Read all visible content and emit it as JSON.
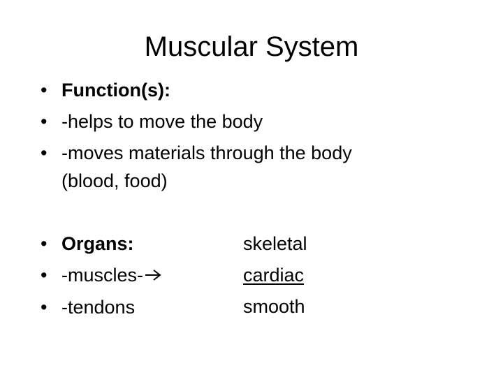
{
  "slide": {
    "title": "Muscular System",
    "bullet_glyph": "•",
    "function_section": {
      "heading": "Function(s):",
      "items": [
        "-helps to move the body",
        "-moves materials through the body"
      ],
      "item_continuation": "(blood, food)"
    },
    "organs_section": {
      "heading": "Organs:",
      "items": [
        "-muscles-",
        "-tendons"
      ],
      "arrow_icon": "right-arrow-icon"
    },
    "muscle_types": [
      "skeletal",
      "cardiac",
      "smooth"
    ]
  }
}
